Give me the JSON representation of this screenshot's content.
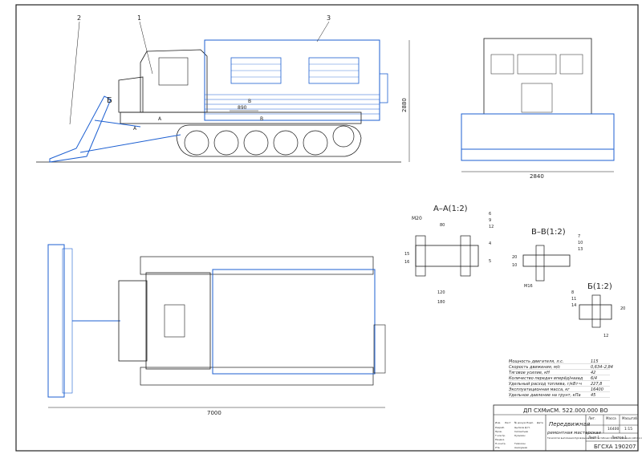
{
  "colors": {
    "blue": "#1c5fd1",
    "ink": "#1a1a1a",
    "frame": "#222222"
  },
  "side_view": {
    "leaders": [
      "2",
      "1",
      "3"
    ],
    "section_marks": [
      "Б",
      "А",
      "А",
      "В",
      "В"
    ],
    "dim_890": "890",
    "dim_height": "2880"
  },
  "front_view": {
    "dim_width": "2840"
  },
  "plan_view": {
    "dim_length": "7000"
  },
  "sections": {
    "aa": {
      "title": "А–А(1:2)",
      "m": "М20",
      "d_top": "80",
      "d_left1": "15",
      "d_left2": "16",
      "d_bot1": "120",
      "d_bot2": "180",
      "callouts": [
        "6",
        "9",
        "12",
        "4",
        "5"
      ]
    },
    "bb": {
      "title": "В–В(1:2)",
      "m": "М16",
      "d_left1": "20",
      "d_left2": "10",
      "callouts": [
        "7",
        "10",
        "13"
      ]
    },
    "b": {
      "title": "Б(1:2)",
      "d_right": "20",
      "d_bot": "12",
      "callouts": [
        "8",
        "11",
        "14"
      ]
    }
  },
  "specs": [
    {
      "label": "Мощность двигателя, л.с.",
      "value": "115"
    },
    {
      "label": "Скорость движения, м/с",
      "value": "0,634–2,84"
    },
    {
      "label": "Тяговое усилие, кН",
      "value": "42"
    },
    {
      "label": "Количество передач вперёд/назад",
      "value": "6/4"
    },
    {
      "label": "Удельный расход топлива, г/кВт·ч",
      "value": "227,8"
    },
    {
      "label": "Эксплуатационная масса, кг",
      "value": "16400"
    },
    {
      "label": "Удельное давление на грунт, кПа",
      "value": "45"
    }
  ],
  "title_block": {
    "code": "ДП СХМиСМ. 522.000.000 ВО",
    "name_line1": "Передвижная",
    "name_line2": "ремонтная мастерская",
    "lit_h": "Лит.",
    "mass_h": "Масса",
    "scale_h": "Масштаб",
    "mass": "16400",
    "scale": "1:15",
    "sheet": "Лист 1",
    "sheets": "Листов 1",
    "org": "БГСХА 190207",
    "col_h": [
      "Изм.",
      "Лист",
      "№ докум.",
      "Подп.",
      "Дата"
    ],
    "roles": [
      "Разраб.",
      "Пров.",
      "Т.контр.",
      "Реценз.",
      "Н.контр.",
      "Утв."
    ],
    "names": [
      "Цыпков Д.Н.",
      "Силантьев",
      "Кузьмин",
      "",
      "Тимохин",
      "Аникушев"
    ],
    "note": "Технологии выполнения буровзрывных работ в Хибинах при обслуживании работ и обслуживании рабочего оборудования тягача"
  }
}
